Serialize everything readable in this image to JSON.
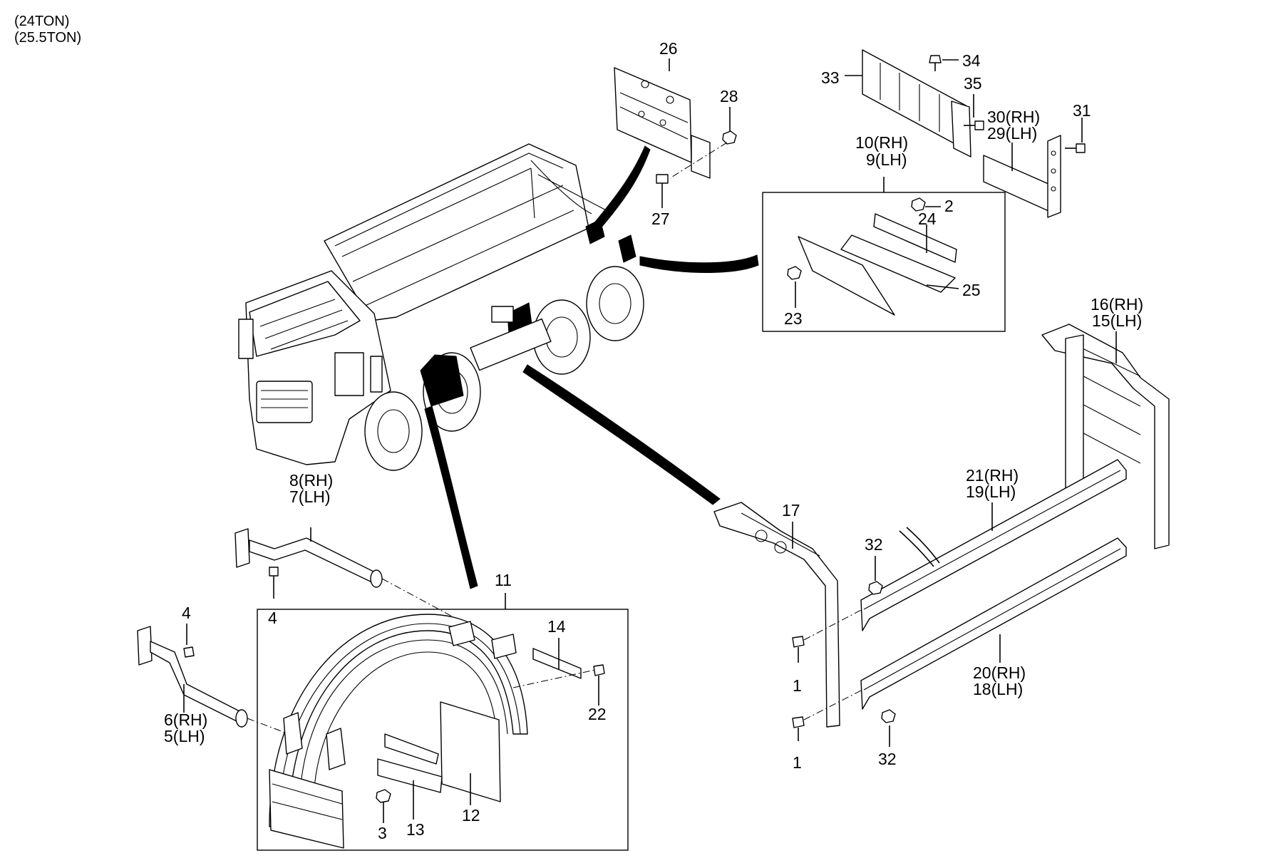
{
  "header": {
    "line1": "(24TON)",
    "line2": "(25.5TON)"
  },
  "callouts": {
    "c1a": "1",
    "c1b": "1",
    "c2": "2",
    "c3": "3",
    "c4a": "4",
    "c4b": "4",
    "c6": "6(RH)",
    "c5": "5(LH)",
    "c8": "8(RH)",
    "c7": "7(LH)",
    "c10": "10(RH)",
    "c9": "9(LH)",
    "c11": "11",
    "c12": "12",
    "c13": "13",
    "c14": "14",
    "c16": "16(RH)",
    "c15": "15(LH)",
    "c17": "17",
    "c21": "21(RH)",
    "c19": "19(LH)",
    "c20": "20(RH)",
    "c18": "18(LH)",
    "c22": "22",
    "c23": "23",
    "c24": "24",
    "c25": "25",
    "c26": "26",
    "c27": "27",
    "c28": "28",
    "c30": "30(RH)",
    "c29": "29(LH)",
    "c31": "31",
    "c32a": "32",
    "c32b": "32",
    "c33": "33",
    "c34": "34",
    "c35": "35"
  }
}
